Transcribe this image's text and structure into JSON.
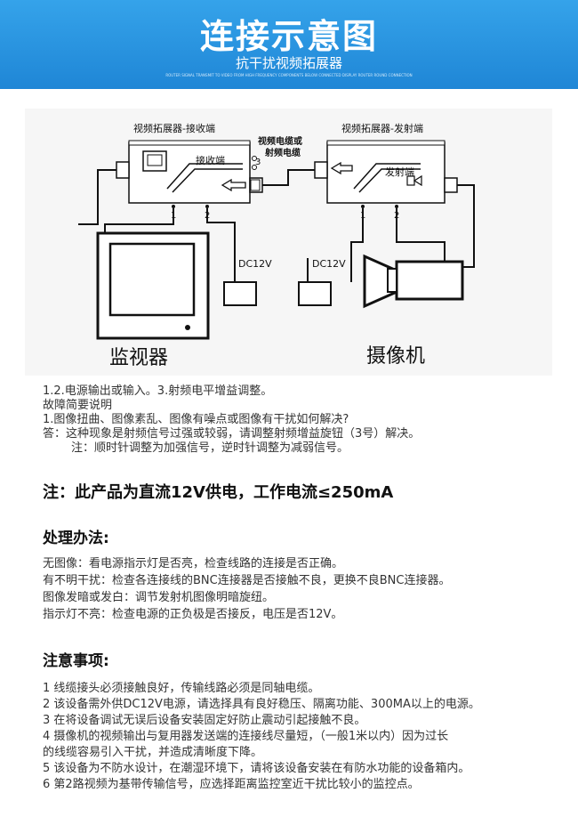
{
  "header": {
    "title": "连接示意图",
    "subtitle": "抗干扰视频拓展器",
    "fineprint": "ROUTER SIGNAL TRANSMIT TO VIDEO FROM HIGH FREQUENCY COMPONENTS BELOW CONNECTED DISPLAY ROUTER ROUND CONNECTION"
  },
  "diagram": {
    "receiver_title": "视频拓展器-接收端",
    "transmitter_title": "视频拓展器-发射端",
    "cable_label_1": "视频电缆或",
    "cable_label_2": "射频电缆",
    "receiver_label": "接收端",
    "transmitter_label": "发射端",
    "port_1": "1",
    "port_2": "2",
    "port_3": "3",
    "dc_label": "DC12V",
    "monitor_label": "监视器",
    "camera_label": "摄像机"
  },
  "notes": {
    "line1": "1.2.电源输出或输入。3.射频电平增益调整。",
    "line2": "故障简要说明",
    "line3": "1.图像扭曲、图像素乱、图像有噪点或图像有干扰如何解决?",
    "line4": "答：这种现象是射频信号过强或较弱，请调整射频增益旋钮（3号）解决。",
    "line5": "注：顺时针调整为加强信号，逆时针调整为减弱信号。"
  },
  "power_note": "注：此产品为直流12V供电，工作电流≤250mA",
  "handling": {
    "heading": "处理办法:",
    "items": [
      "无图像：看电源指示灯是否亮，检查线路的连接是否正确。",
      "有不明干扰：检查各连接线的BNC连接器是否接触不良，更换不良BNC连接器。",
      "图像发暗或发白：调节发射机图像明暗旋纽。",
      "指示灯不亮：检查电源的正负极是否接反，电压是否12V。"
    ]
  },
  "cautions": {
    "heading": "注意事项:",
    "items": [
      "1 线缆接头必须接触良好，传输线路必须是同轴电缆。",
      "2 该设备需外供DC12V电源，请选择具有良好稳压、隔离功能、300MA以上的电源。",
      "3 在将设备调试无误后设备安装固定好防止震动引起接触不良。",
      "4 摄像机的视频输出与复用器发送端的连接线尽量短，（一般1米以内）因为过长",
      "的线缆容易引入干扰，并造成清晰度下降。",
      "5 该设备为不防水设计，在潮湿环境下，请将该设备安装在有防水功能的设备箱内。",
      "6 第2路视频为基带传输信号，应选择距离监控室近干扰比较小的监控点。"
    ]
  }
}
